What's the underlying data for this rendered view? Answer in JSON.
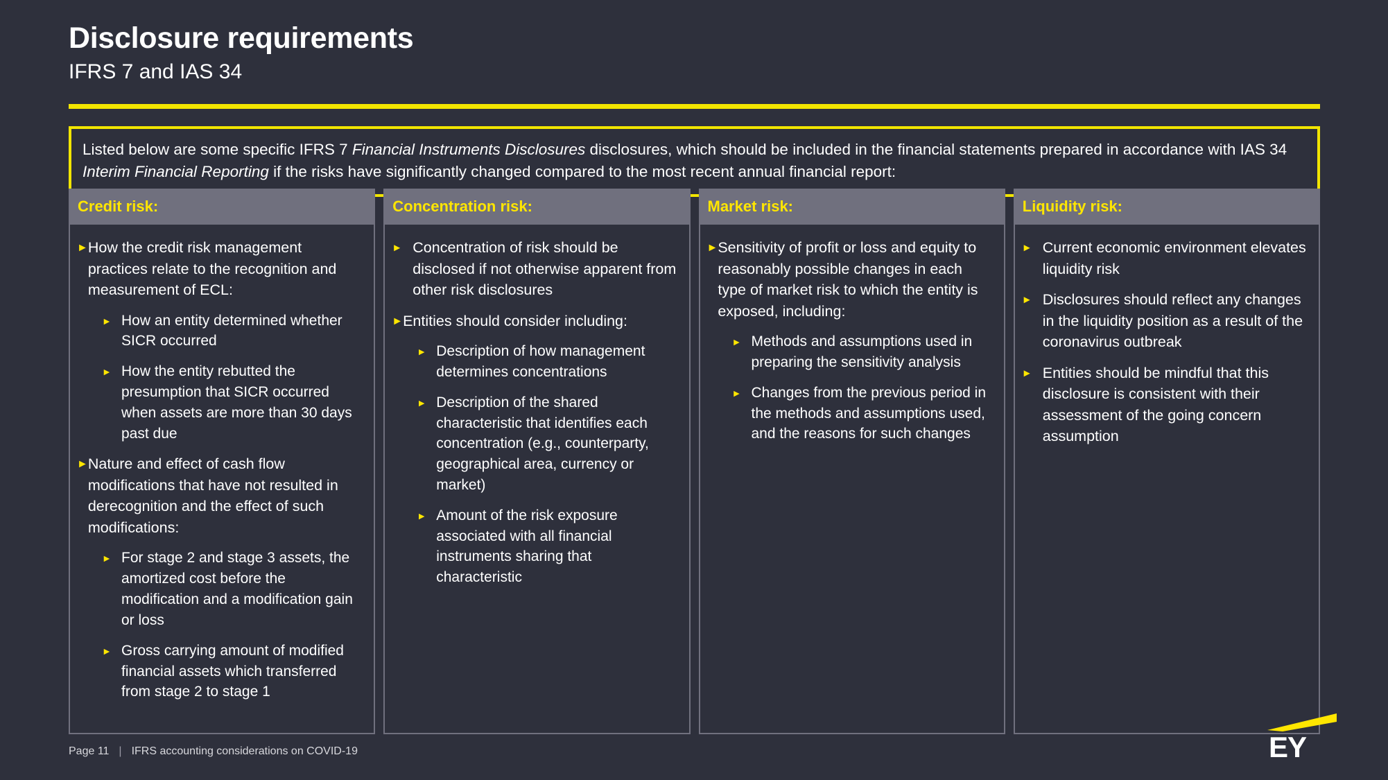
{
  "header": {
    "title": "Disclosure requirements",
    "subtitle": "IFRS 7 and IAS 34",
    "rule_color": "#f2e500"
  },
  "callout": {
    "border_color": "#f2e500",
    "text_parts": [
      {
        "text": "Listed below are some specific IFRS 7 ",
        "italic": false
      },
      {
        "text": "Financial Instruments Disclosures",
        "italic": true
      },
      {
        "text": " disclosures, which should be included in the financial statements prepared in accordance with IAS 34 ",
        "italic": false
      },
      {
        "text": "Interim Financial Reporting",
        "italic": true
      },
      {
        "text": " if the risks have significantly changed compared to the most recent annual financial report:",
        "italic": false
      }
    ],
    "full_text": "Listed below are some specific IFRS 7 Financial Instruments Disclosures disclosures, which should be included in the financial statements prepared in accordance with IAS 34 Interim Financial Reporting if the risks have significantly changed compared to the most recent annual financial report:"
  },
  "columns": [
    {
      "header": "Credit risk:",
      "bullets": [
        {
          "text": "How the credit risk management practices relate to the recognition and measurement of ECL:",
          "children": [
            {
              "text": "How an entity determined whether SICR occurred"
            },
            {
              "text": "How the entity rebutted the presumption that SICR occurred when assets are more than 30 days past due"
            }
          ]
        },
        {
          "text": "Nature and effect of cash flow modifications that have not resulted in derecognition and the effect of such modifications:",
          "children": [
            {
              "text": "For stage 2 and stage 3 assets, the amortized cost before the modification and a modification gain or loss"
            },
            {
              "text": "Gross carrying amount of modified financial assets which transferred from stage 2 to stage 1"
            }
          ]
        }
      ]
    },
    {
      "header": "Concentration risk:",
      "bullets": [
        {
          "text": "Concentration of risk should be disclosed if not otherwise apparent from other risk disclosures",
          "children": []
        },
        {
          "text": "Entities should consider including:",
          "children": [
            {
              "text": "Description of how management determines concentrations"
            },
            {
              "text": "Description of the shared characteristic that identifies each concentration (e.g., counterparty, geographical area, currency or market)"
            },
            {
              "text": "Amount of the risk exposure associated with all financial instruments sharing that characteristic"
            }
          ]
        }
      ]
    },
    {
      "header": "Market risk:",
      "bullets": [
        {
          "text": "Sensitivity of profit or loss and equity to reasonably possible changes in each type of market risk to which the entity is exposed, including:",
          "children": [
            {
              "text": "Methods and assumptions used in preparing the sensitivity analysis"
            },
            {
              "text": "Changes from the previous period in the methods and assumptions used, and the reasons for such changes"
            }
          ]
        }
      ]
    },
    {
      "header": "Liquidity risk:",
      "bullets": [
        {
          "text": "Current economic environment elevates liquidity risk",
          "children": []
        },
        {
          "text": "Disclosures should reflect any changes in the liquidity position as a result of the coronavirus outbreak",
          "children": []
        },
        {
          "text": "Entities should be mindful that this disclosure is consistent with their assessment of the going concern assumption",
          "children": []
        }
      ]
    }
  ],
  "footer": {
    "page_label": "Page 11",
    "separator": "|",
    "document_title": "IFRS accounting considerations on COVID-19"
  },
  "logo": {
    "wordmark": "EY",
    "beam_color": "#ffe600"
  },
  "icons": {
    "bullet_marker": "►"
  },
  "theme": {
    "background": "#2e303c",
    "accent_yellow": "#ffe600",
    "rule_yellow": "#f2e500",
    "header_bar_gray": "#70707e",
    "panel_border": "#70707e",
    "text_white": "#ffffff"
  }
}
